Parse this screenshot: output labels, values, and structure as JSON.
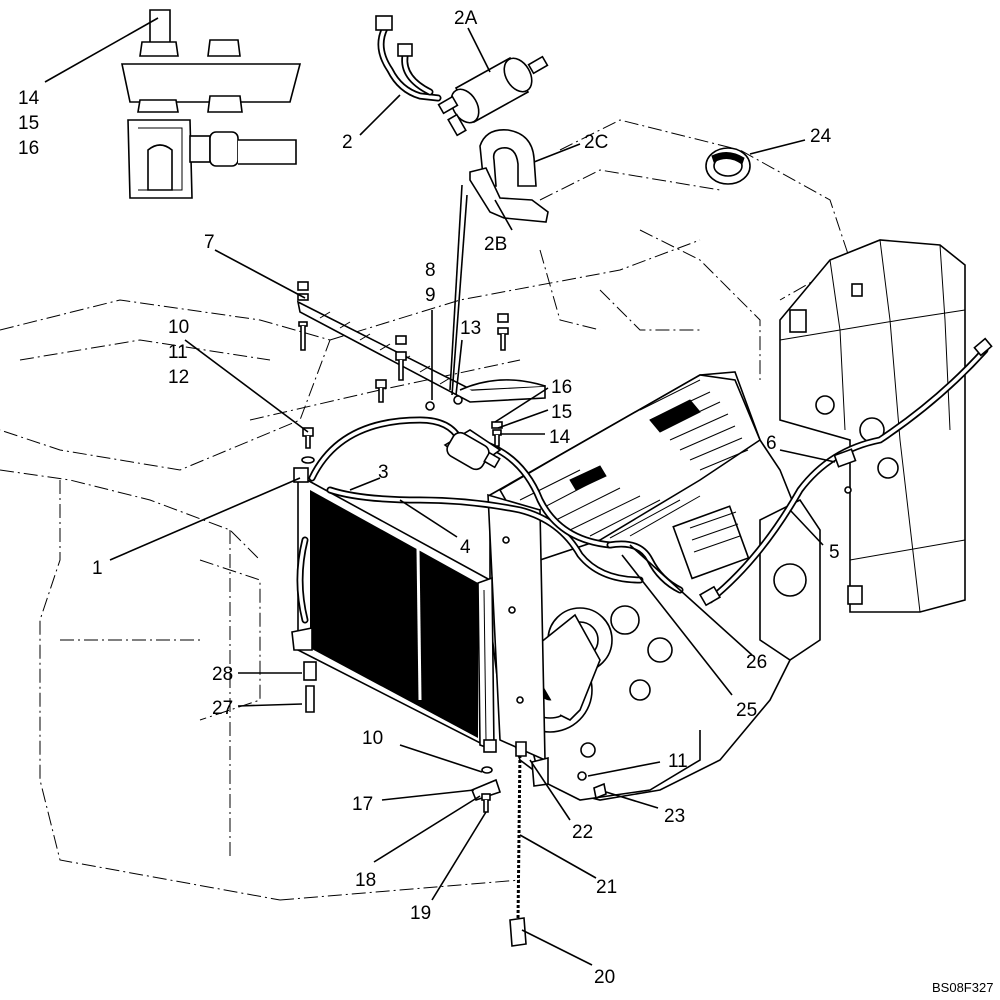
{
  "diagram_code": "BS08F327",
  "callouts": {
    "c1": "1",
    "c2": "2",
    "c2a": "2A",
    "c2b": "2B",
    "c2c": "2C",
    "c3": "3",
    "c4": "4",
    "c5": "5",
    "c6": "6",
    "c7": "7",
    "c8": "8",
    "c9": "9",
    "c10a": "10",
    "c11a": "11",
    "c12": "12",
    "c13": "13",
    "c14a": "14",
    "c15a": "15",
    "c16a": "16",
    "c14b": "14",
    "c15b": "15",
    "c16b": "16",
    "c10b": "10",
    "c11b": "11",
    "c17": "17",
    "c18": "18",
    "c19": "19",
    "c20": "20",
    "c21": "21",
    "c22": "22",
    "c23": "23",
    "c24": "24",
    "c25": "25",
    "c26": "26",
    "c27": "27",
    "c28": "28"
  }
}
